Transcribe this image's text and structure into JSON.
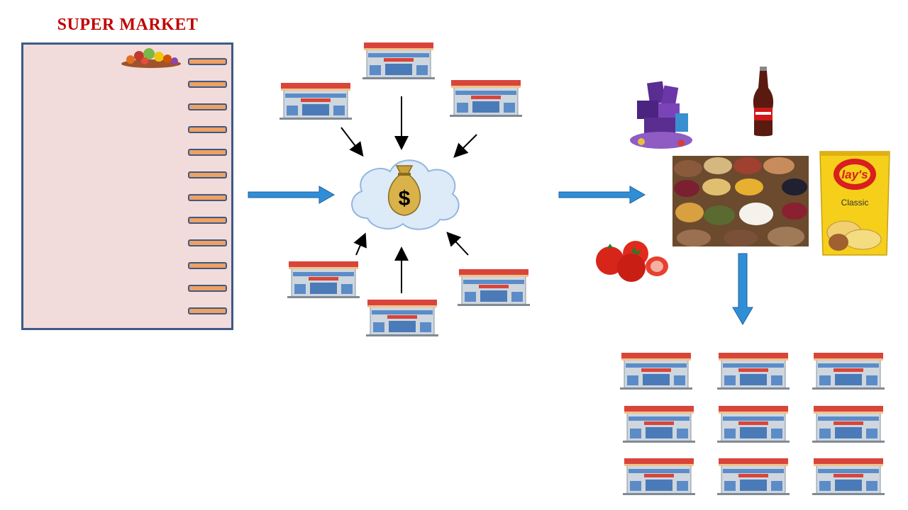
{
  "title": "SUPER MARKET",
  "shelf_count": 12,
  "center": {
    "symbol": "$"
  },
  "products": {
    "chips_brand": "lay's",
    "chips_flavor": "Classic"
  },
  "colors": {
    "title": "#c00000",
    "panel_fill": "#f2dcdb",
    "panel_border": "#3d5a87",
    "shelf_fill": "#f0a060",
    "arrow": "#2f8fd6",
    "store_roof": "#d9453a",
    "store_body": "#cfd6de",
    "cloud": "#ddeaf7"
  },
  "icons": [
    "grocery-basket-icon",
    "store-icon",
    "money-bag-icon",
    "cloud-icon",
    "chocolates-icon",
    "cola-bottle-icon",
    "grain-sacks-icon",
    "chips-bag-icon",
    "tomatoes-icon"
  ]
}
